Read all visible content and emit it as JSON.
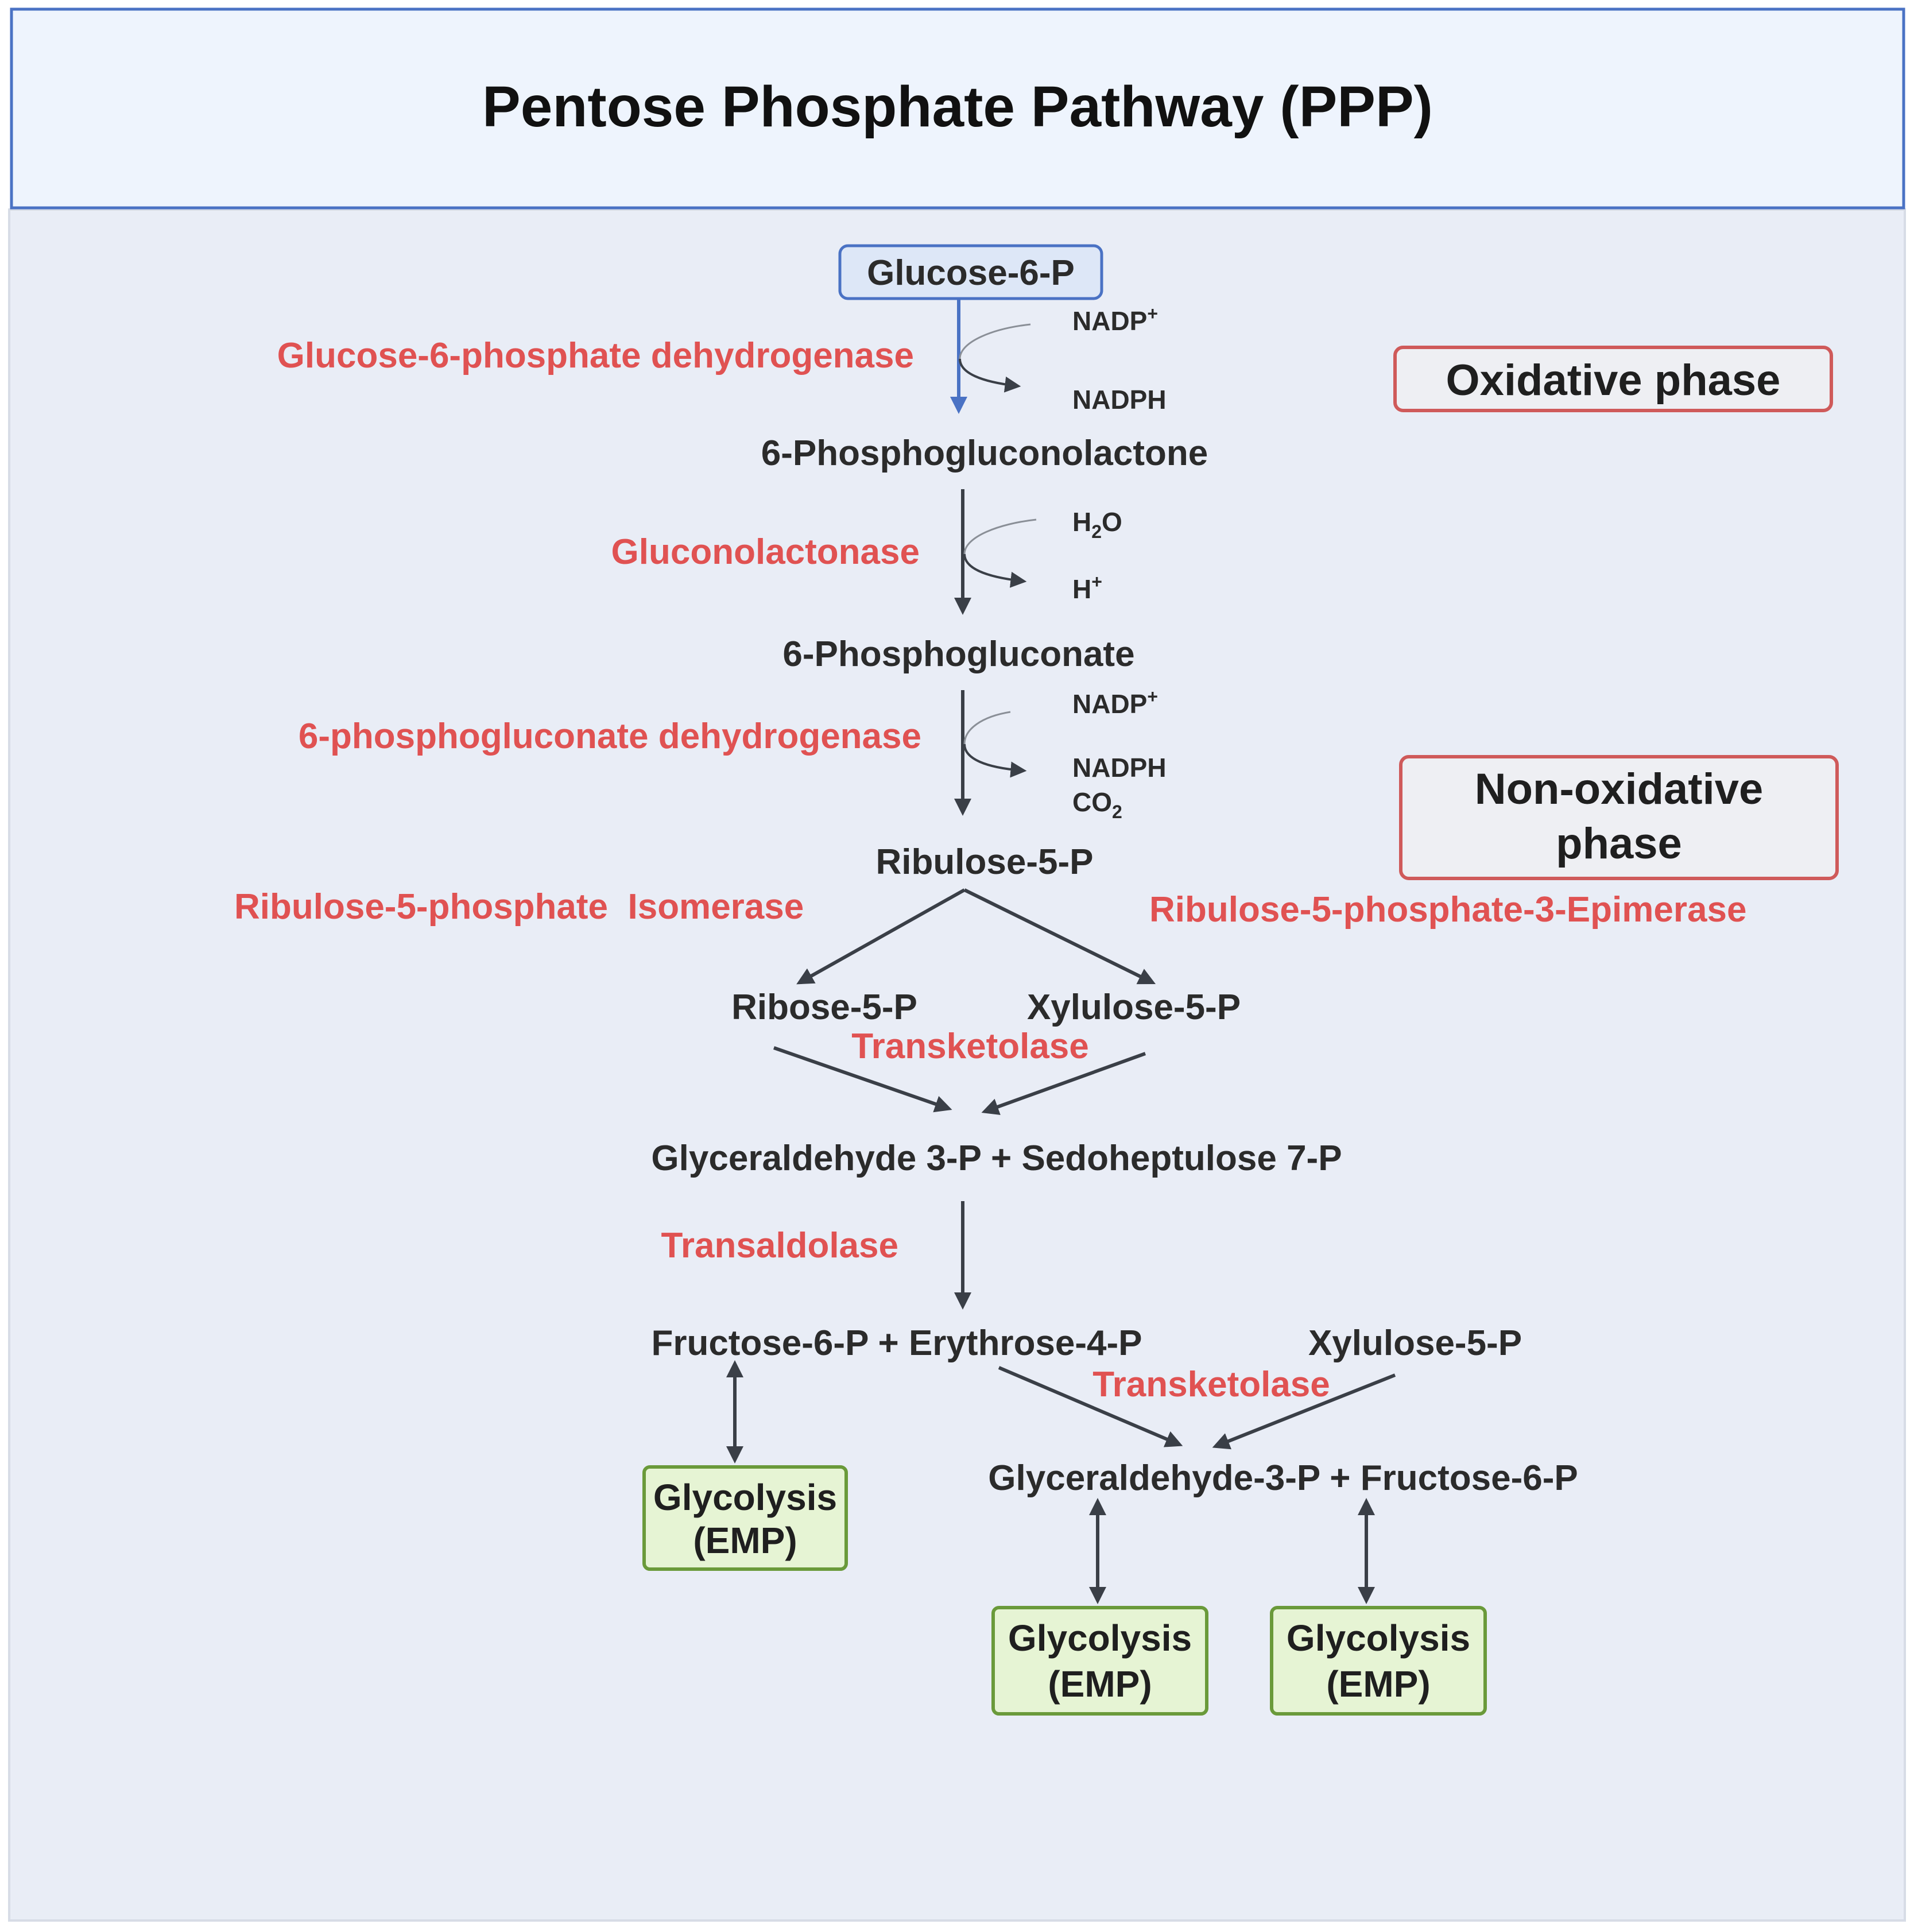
{
  "title": "Pentose Phosphate Pathway (PPP)",
  "phases": {
    "oxidative": "Oxidative phase",
    "non_oxidative_line1": "Non-oxidative",
    "non_oxidative_line2": "phase"
  },
  "metabolites": {
    "glucose6p": "Glucose-6-P",
    "phosphogluconolactone": "6-Phosphogluconolactone",
    "phosphogluconate": "6-Phosphogluconate",
    "ribulose5p": "Ribulose-5-P",
    "ribose5p": "Ribose-5-P",
    "xylulose5p_1": "Xylulose-5-P",
    "g3p_s7p": "Glyceraldehyde 3-P + Sedoheptulose 7-P",
    "f6p_e4p": "Fructose-6-P + Erythrose-4-P",
    "xylulose5p_2": "Xylulose-5-P",
    "g3p_f6p": "Glyceraldehyde-3-P + Fructose-6-P"
  },
  "enzymes": {
    "g6pd": "Glucose-6-phosphate dehydrogenase",
    "gluconolactonase": "Gluconolactonase",
    "pgd": "6-phosphogluconate dehydrogenase",
    "isomerase": "Ribulose-5-phosphate  Isomerase",
    "epimerase": "Ribulose-5-phosphate-3-Epimerase",
    "transketolase_1": "Transketolase",
    "transaldolase": "Transaldolase",
    "transketolase_2": "Transketolase"
  },
  "cofactors": {
    "step1_in": "NADP",
    "step1_in_sup": "+",
    "step1_out": "NADPH",
    "step2_in_base": "H",
    "step2_in_sub": "2",
    "step2_in_end": "O",
    "step2_out": "H",
    "step2_out_sup": "+",
    "step3_in": "NADP",
    "step3_in_sup": "+",
    "step3_out": "NADPH",
    "step3_co2_base": "CO",
    "step3_co2_sub": "2"
  },
  "glycolysis_boxes": [
    {
      "line1": "Glycolysis",
      "line2": "(EMP)"
    },
    {
      "line1": "Glycolysis",
      "line2": "(EMP)"
    },
    {
      "line1": "Glycolysis",
      "line2": "(EMP)"
    }
  ],
  "colors": {
    "header_bg": "#eef4fd",
    "header_border": "#4a72c4",
    "body_bg": "#e9edf6",
    "enzyme_text": "#e05252",
    "phase_border": "#cf5a5a",
    "phase_fill": "#eeeff3",
    "glycolysis_fill": "#e6f4d4",
    "glycolysis_border": "#6a9a3a",
    "start_box_fill": "#dde7f7",
    "start_box_border": "#4a72c4"
  }
}
